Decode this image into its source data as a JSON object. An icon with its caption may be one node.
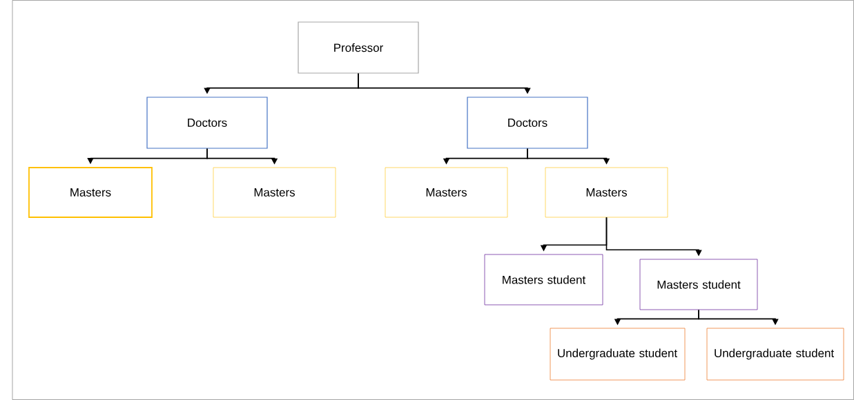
{
  "diagram": {
    "nodes": [
      {
        "text": [
          "Professor"
        ]
      },
      {
        "text": [
          "Doctors"
        ]
      },
      {
        "text": [
          "Doctors"
        ]
      },
      {
        "text": [
          "Masters"
        ]
      },
      {
        "text": [
          "Masters"
        ]
      },
      {
        "text": [
          "Masters"
        ]
      },
      {
        "text": [
          "Masters"
        ]
      },
      {
        "text": [
          "Masters student"
        ]
      },
      {
        "text": [
          "Masters student"
        ]
      },
      {
        "text": [
          "Undergraduate student"
        ]
      },
      {
        "text": [
          "Undergraduate student"
        ]
      }
    ],
    "edges": [
      {
        "from": 0,
        "to": 1,
        "arrow": "to"
      },
      {
        "from": 0,
        "to": 2,
        "arrow": "to"
      },
      {
        "from": 1,
        "to": 3,
        "arrow": "to"
      },
      {
        "from": 1,
        "to": 4,
        "arrow": "to"
      },
      {
        "from": 2,
        "to": 5,
        "arrow": "to"
      },
      {
        "from": 2,
        "to": 6,
        "arrow": "to"
      },
      {
        "from": 6,
        "to": 7,
        "arrow": "to"
      },
      {
        "from": 6,
        "to": 8,
        "arrow": "to"
      },
      {
        "from": 8,
        "to": 9,
        "arrow": "to"
      },
      {
        "from": 8,
        "to": 10,
        "arrow": "to"
      }
    ]
  }
}
